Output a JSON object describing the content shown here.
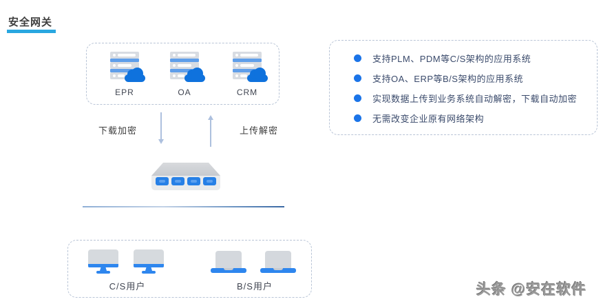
{
  "page_title": "安全网关",
  "app_systems": {
    "servers": [
      {
        "label": "EPR",
        "icon": "server-cloud-icon"
      },
      {
        "label": "OA",
        "icon": "server-cloud-icon"
      },
      {
        "label": "CRM",
        "icon": "server-cloud-icon"
      }
    ]
  },
  "flows": {
    "download_label": "下载加密",
    "upload_label": "上传解密"
  },
  "gateway": {
    "icon": "network-gateway-icon",
    "ports": 4
  },
  "users": {
    "cs_label": "C/S用户",
    "bs_label": "B/S用户"
  },
  "features": [
    "支持PLM、PDM等C/S架构的应用系统",
    "支持OA、ERP等B/S架构的应用系统",
    "实现数据上传到业务系统自动解密，下载自动加密",
    "无需改变企业原有网络架构"
  ],
  "watermark": "头条 @安在软件",
  "colors": {
    "accent_blue": "#1b74e8",
    "cloud_blue": "#0f72dd",
    "stripe_blue": "#5f9eea",
    "underline_cyan": "#29a7e0",
    "dashed_border": "#b8c4d6",
    "arrow": "#adc0de",
    "feature_text": "#3a4a6b",
    "title_text": "#3e3e3e",
    "icon_gray": "#d8dce2"
  }
}
